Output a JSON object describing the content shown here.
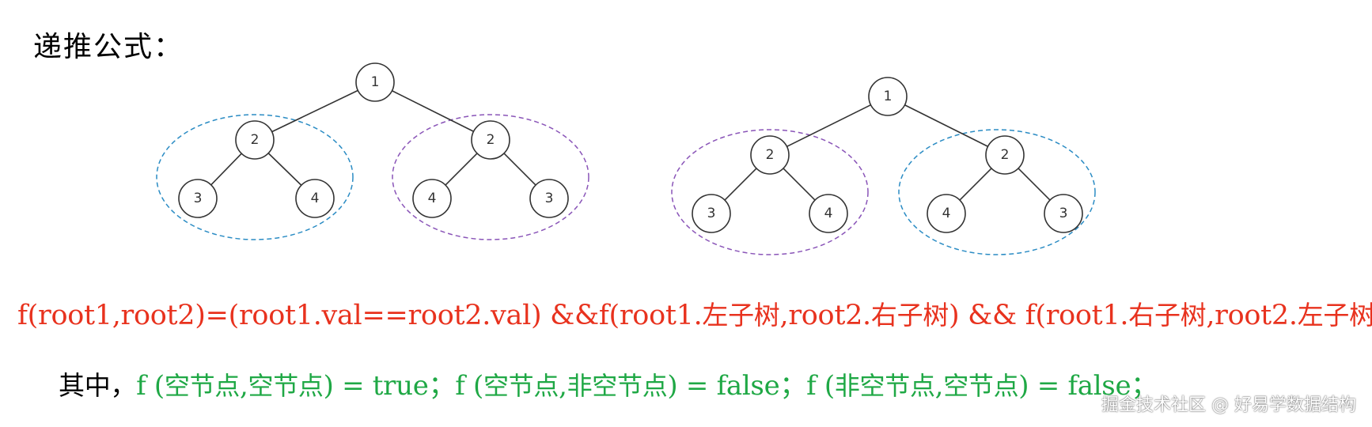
{
  "heading": "递推公式：",
  "colors": {
    "formula": "#e8321e",
    "note": "#1fa845",
    "edge": "#333333",
    "node_stroke": "#333333",
    "ellipse_blue": "#2b8cc4",
    "ellipse_purple": "#8a55b8"
  },
  "trees": [
    {
      "root": "1",
      "left": {
        "value": "2",
        "children": [
          "3",
          "4"
        ],
        "ellipse": "blue"
      },
      "right": {
        "value": "2",
        "children": [
          "4",
          "3"
        ],
        "ellipse": "purple"
      }
    },
    {
      "root": "1",
      "left": {
        "value": "2",
        "children": [
          "3",
          "4"
        ],
        "ellipse": "purple"
      },
      "right": {
        "value": "2",
        "children": [
          "4",
          "3"
        ],
        "ellipse": "blue"
      }
    }
  ],
  "formula": {
    "p1": "f(root1,root2)=(root1.val==root2.val) &&f(root1.",
    "p2": "左子树",
    "p3": ",root2.",
    "p4": "右子树",
    "p5": ") && f(root1.",
    "p6": "右子树",
    "p7": ",root2.",
    "p8": "左子树",
    "p9": ")"
  },
  "note": {
    "prefix": "其中，",
    "c1a": "f (",
    "c1b": "空节点",
    "c1c": ",",
    "c1d": "空节点",
    "c1e": ") = true；",
    "c2a": "f (",
    "c2b": "空节点",
    "c2c": ",",
    "c2d": "非空节点",
    "c2e": ") = false；",
    "c3a": "f (",
    "c3b": "非空节点",
    "c3c": ",",
    "c3d": "空节点",
    "c3e": ") = false；"
  },
  "watermark": "掘金技术社区 @ 好易学数据结构"
}
